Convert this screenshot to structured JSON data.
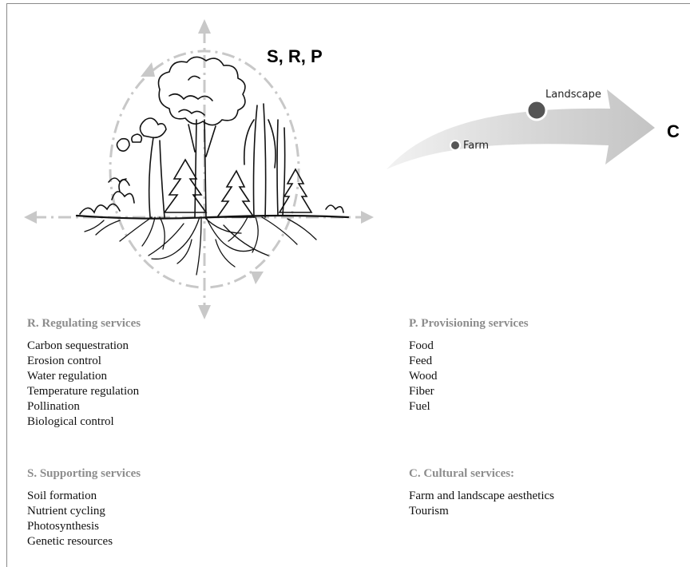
{
  "diagram": {
    "srp_label": "S, R, P",
    "c_label": "C",
    "scale_arrow": {
      "landscape_label": "Landscape",
      "farm_label": "Farm"
    }
  },
  "services": {
    "regulating": {
      "title": "R. Regulating services",
      "items": [
        "Carbon sequestration",
        "Erosion control",
        "Water regulation",
        "Temperature regulation",
        "Pollination",
        "Biological control"
      ]
    },
    "provisioning": {
      "title": "P. Provisioning services",
      "items": [
        "Food",
        "Feed",
        "Wood",
        "Fiber",
        "Fuel"
      ]
    },
    "supporting": {
      "title": "S. Supporting services",
      "items": [
        "Soil formation",
        "Nutrient cycling",
        "Photosynthesis",
        "Genetic resources"
      ]
    },
    "cultural": {
      "title": "C. Cultural services:",
      "items": [
        "Farm and landscape aesthetics",
        "Tourism"
      ]
    }
  },
  "colors": {
    "section_title": "#8c8c8c",
    "arrow_fill": "#cfcfcf",
    "dashed_guides": "#c8c8c8",
    "node_fill": "#555555"
  }
}
